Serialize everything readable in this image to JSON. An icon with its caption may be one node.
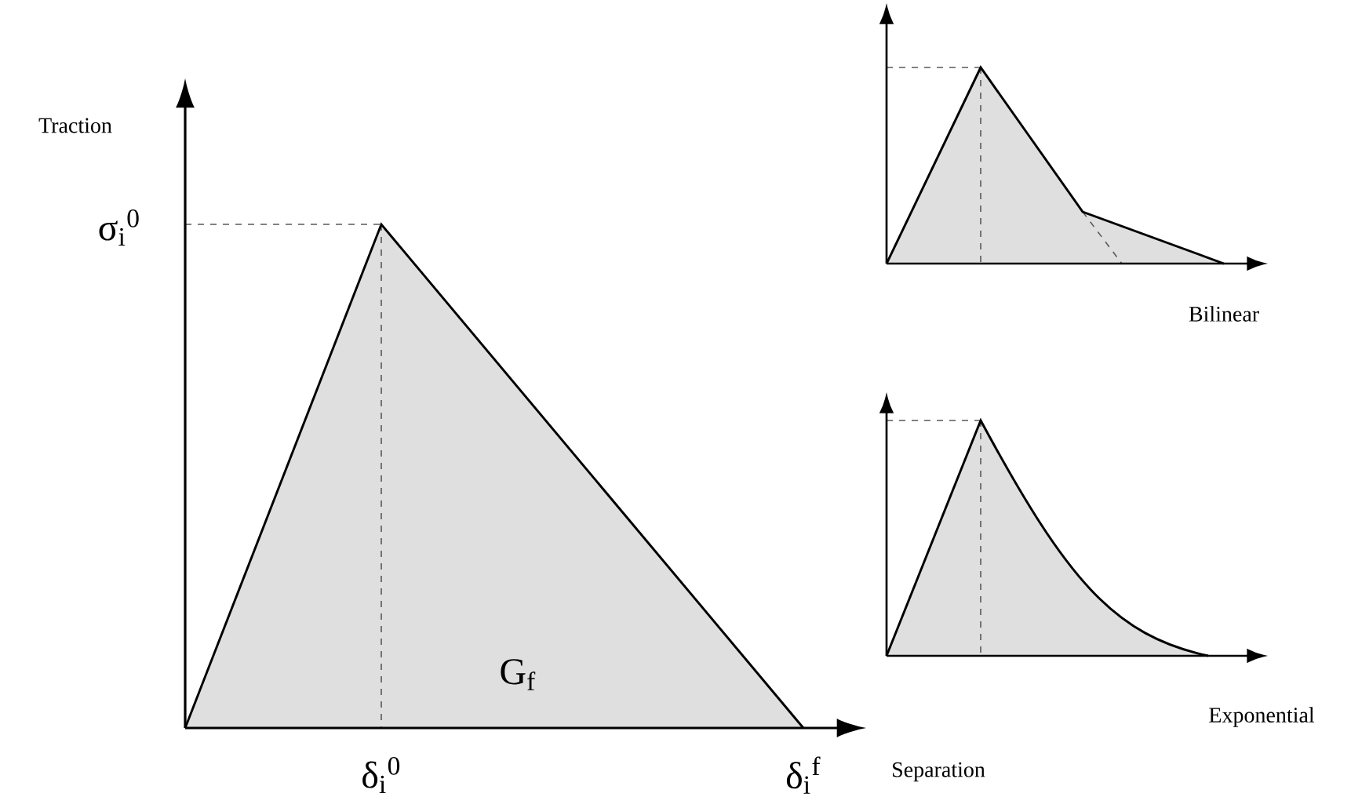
{
  "diagram": {
    "labels": [
      "Traction",
      "σ$_{i}$$^{0}$",
      "G$_{f}$",
      "δ$_{i}$$^{0}$",
      "δ$_{i}$$^{f}$",
      "Separation",
      "Bilinear",
      "Exponential"
    ]
  }
}
